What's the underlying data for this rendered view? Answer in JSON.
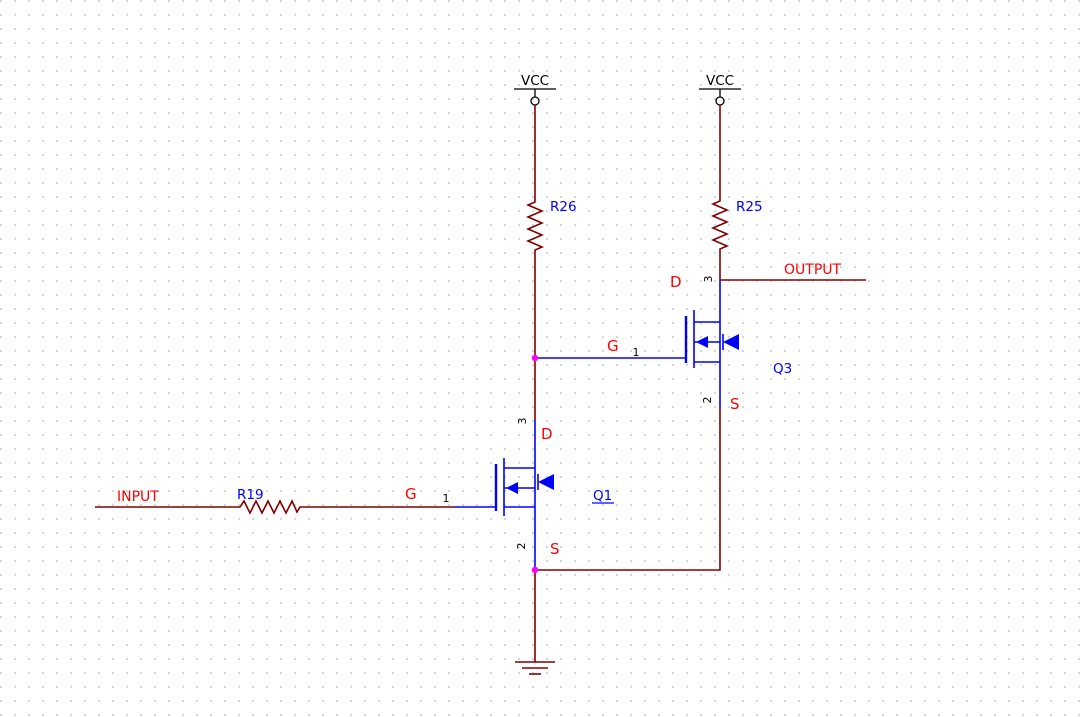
{
  "colors": {
    "wire": "#800000",
    "component_symbol": "#0000FF",
    "designator_text": "#0000FF",
    "pin_name_text": "#FF0000",
    "net_label_text": "#FF0000",
    "pin_number_text": "#000000",
    "junction_dot": "#FF00FF",
    "power_port": "#000000",
    "grid_dot": "#D2D2DA",
    "background": "#FFFFFF"
  },
  "power_ports": [
    {
      "label": "VCC"
    },
    {
      "label": "VCC"
    }
  ],
  "net_labels": {
    "input": "INPUT",
    "output": "OUTPUT"
  },
  "resistors": [
    {
      "ref": "R26"
    },
    {
      "ref": "R25"
    },
    {
      "ref": "R19"
    }
  ],
  "transistors": [
    {
      "ref": "Q1",
      "drain_label": "D",
      "gate_label": "G",
      "source_label": "S",
      "drain_pin": "3",
      "gate_pin": "1",
      "source_pin": "2"
    },
    {
      "ref": "Q3",
      "drain_label": "D",
      "gate_label": "G",
      "source_label": "S",
      "drain_pin": "3",
      "gate_pin": "1",
      "source_pin": "2"
    }
  ]
}
